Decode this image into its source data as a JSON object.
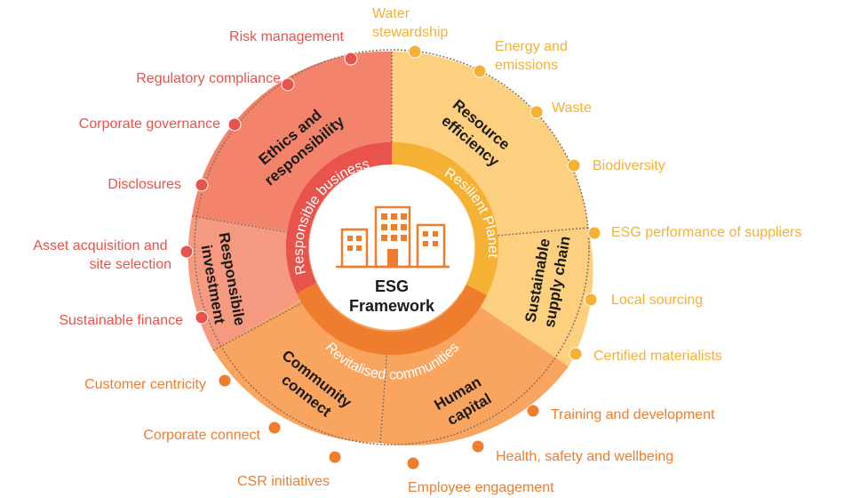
{
  "center": {
    "line1": "ESG",
    "line2": "Framework"
  },
  "colors": {
    "red": "#e8534b",
    "red_fill": "#f4836b",
    "red_fill_light": "#f59a80",
    "yellow": "#f5b133",
    "yellow_fill": "#fcd07e",
    "orange": "#ef7d2e",
    "orange_fill": "#f9a55f"
  },
  "pillars": [
    {
      "label": "Responsible business",
      "color": "red"
    },
    {
      "label": "Resilient Planet",
      "color": "yellow"
    },
    {
      "label": "Revitalised communities",
      "color": "orange"
    }
  ],
  "segments": [
    {
      "lines": [
        "Ethics and",
        "responsibility"
      ],
      "color": "red"
    },
    {
      "lines": [
        "Responsibile",
        "investment"
      ],
      "color": "red"
    },
    {
      "lines": [
        "Resource",
        "efficiency"
      ],
      "color": "yellow"
    },
    {
      "lines": [
        "Sustainable",
        "supply chain"
      ],
      "color": "yellow"
    },
    {
      "lines": [
        "Community",
        "connect"
      ],
      "color": "orange"
    },
    {
      "lines": [
        "Human",
        "capital"
      ],
      "color": "orange"
    }
  ],
  "outer_labels": {
    "risk_management": "Risk management",
    "regulatory_compliance": "Regulatory compliance",
    "corporate_governance": "Corporate governance",
    "disclosures": "Disclosures",
    "asset_acquisition": [
      "Asset acquisition and",
      "site selection"
    ],
    "sustainable_finance": "Sustainable finance",
    "water_stewardship": [
      "Water",
      "stewardship"
    ],
    "energy_emissions": [
      "Energy and",
      "emissions"
    ],
    "waste": "Waste",
    "biodiversity": "Biodiversity",
    "esg_performance": "ESG performance of suppliers",
    "local_sourcing": "Local sourcing",
    "certified_materialists": "Certified materialists",
    "customer_centricity": "Customer centricity",
    "corporate_connect": "Corporate connect",
    "csr_initiatives": "CSR initiatives",
    "training_development": "Training and development",
    "health_safety": "Health, safety and wellbeing",
    "employee_engagement": "Employee engagement"
  }
}
